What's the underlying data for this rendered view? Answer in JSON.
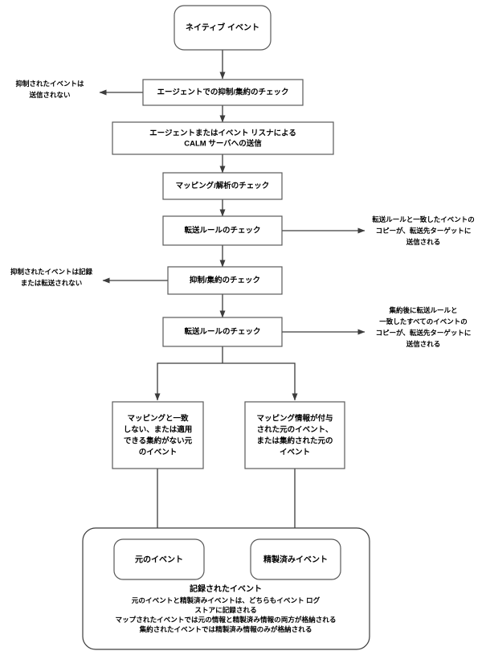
{
  "diagram": {
    "title": "",
    "colors": {
      "background": "#ffffff",
      "box_stroke": "#595959",
      "edge_stroke": "#3c3c3c",
      "text": "#000000"
    },
    "nodes": {
      "native_event": {
        "label": "ネイティブ イベント"
      },
      "agent_suppress_check": {
        "label": "エージェントでの抑制/集約のチェック"
      },
      "send_to_calm": {
        "line1": "エージェントまたはイベント リスナによる",
        "line2": "CALM サーバへの送信"
      },
      "mapping_check": {
        "label": "マッピング/解析のチェック"
      },
      "forward_rule_check_1": {
        "label": "転送ルールのチェック"
      },
      "suppress_aggregate_check": {
        "label": "抑制/集約のチェック"
      },
      "forward_rule_check_2": {
        "label": "転送ルールのチェック"
      },
      "unmatched_event": {
        "line1": "マッピングと一致",
        "line2": "しない、または適用",
        "line3": "できる集約がない元",
        "line4": "のイベント"
      },
      "mapped_event": {
        "line1": "マッピング情報が付与",
        "line2": "された元のイベント、",
        "line3": "または集約された元の",
        "line4": "イベント"
      },
      "original_event": {
        "label": "元のイベント"
      },
      "refined_event": {
        "label": "精製済みイベント"
      }
    },
    "side_labels": {
      "suppressed_not_sent": {
        "line1": "抑制されたイベントは",
        "line2": "送信されない"
      },
      "suppressed_not_logged": {
        "line1": "抑制されたイベントは記録",
        "line2": "または転送されない"
      },
      "forwarded_copy_1": {
        "line1": "転送ルールと一致したイベントの",
        "line2": "コピーが、転送先ターゲットに",
        "line3": "送信される"
      },
      "forwarded_copy_2": {
        "line1": "集約後に転送ルールと",
        "line2": "一致したすべてのイベントの",
        "line3": "コピーが、転送先ターゲットに",
        "line4": "送信される"
      }
    },
    "group": {
      "caption_title": "記録されたイベント",
      "caption_line1": "元のイベントと精製済みイベントは、どちらもイベント ログ",
      "caption_line2": "ストアに記録される",
      "caption_line3": "マップされたイベントでは元の情報と精製済み情報の両方が格納される",
      "caption_line4": "集約されたイベントでは精製済み情報のみが格納される"
    }
  }
}
